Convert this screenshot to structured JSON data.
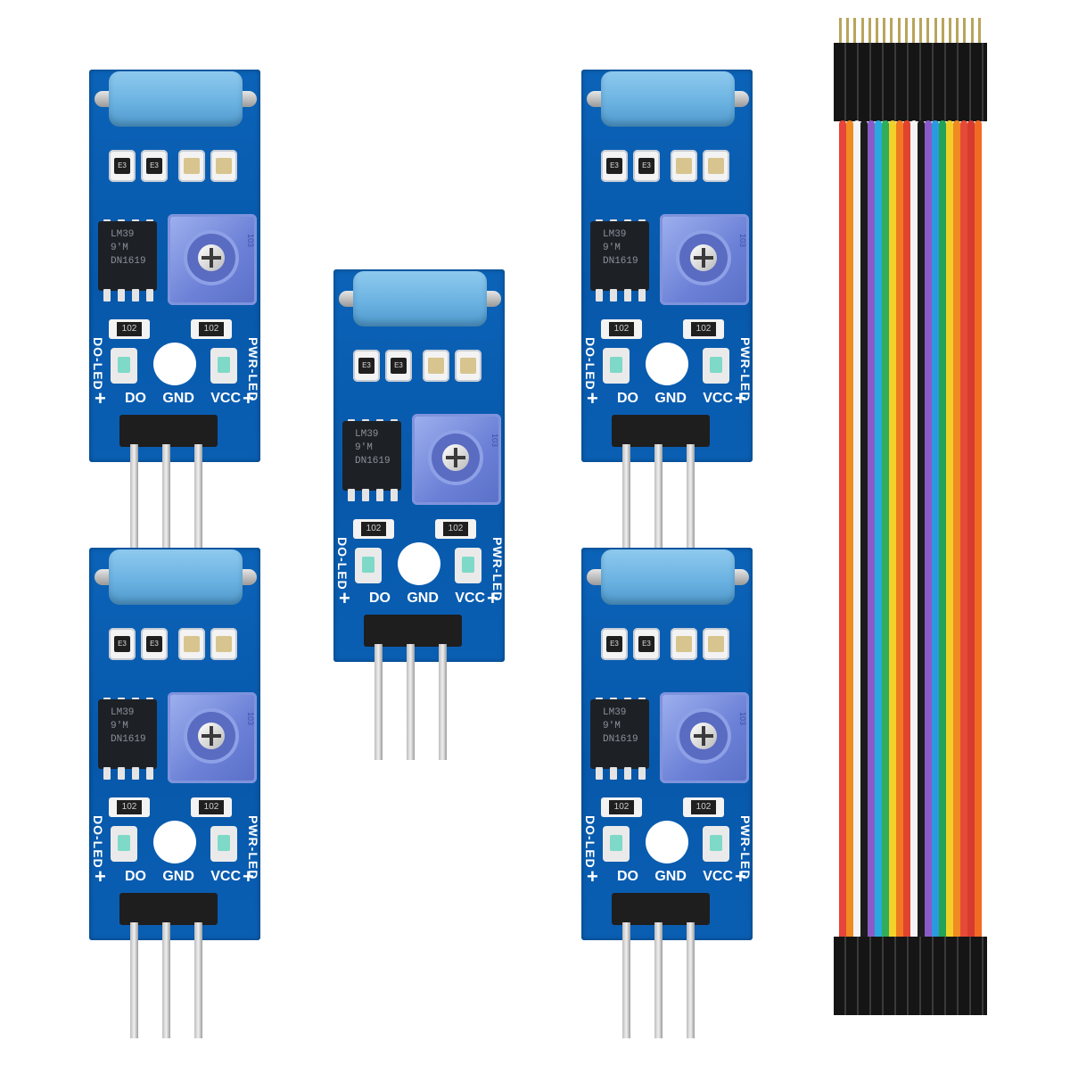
{
  "modules": [
    {
      "chip": [
        "LM39",
        "9'M",
        "DN1619"
      ],
      "res_left": "102",
      "res_right": "102",
      "smd_code": "E3",
      "pot_text": "103",
      "left_side": "DO-LED",
      "right_side": "PWR-LED",
      "pin_labels": [
        "DO",
        "GND",
        "VCC"
      ],
      "plus": "+"
    },
    {
      "chip": [
        "LM39",
        "9'M",
        "DN1619"
      ],
      "res_left": "102",
      "res_right": "102",
      "smd_code": "E3",
      "pot_text": "103",
      "left_side": "DO-LED",
      "right_side": "PWR-LED",
      "pin_labels": [
        "DO",
        "GND",
        "VCC"
      ],
      "plus": "+"
    },
    {
      "chip": [
        "LM39",
        "9'M",
        "DN1619"
      ],
      "res_left": "102",
      "res_right": "102",
      "smd_code": "E3",
      "pot_text": "103",
      "left_side": "DO-LED",
      "right_side": "PWR-LED",
      "pin_labels": [
        "DO",
        "GND",
        "VCC"
      ],
      "plus": "+"
    },
    {
      "chip": [
        "LM39",
        "9'M",
        "DN1619"
      ],
      "res_left": "102",
      "res_right": "102",
      "smd_code": "E3",
      "pot_text": "103",
      "left_side": "DO-LED",
      "right_side": "PWR-LED",
      "pin_labels": [
        "DO",
        "GND",
        "VCC"
      ],
      "plus": "+"
    },
    {
      "chip": [
        "LM39",
        "9'M",
        "DN1619"
      ],
      "res_left": "102",
      "res_right": "102",
      "smd_code": "E3",
      "pot_text": "103",
      "left_side": "DO-LED",
      "right_side": "PWR-LED",
      "pin_labels": [
        "DO",
        "GND",
        "VCC"
      ],
      "plus": "+"
    }
  ],
  "cable": {
    "wire_colors": [
      "#e8443a",
      "#f08a22",
      "#f4f4f4",
      "#1c1c1c",
      "#8a5bc8",
      "#29a8e0",
      "#2fae5a",
      "#f2d22a",
      "#ef7a20",
      "#e2432e",
      "#f4f4f4",
      "#1c1c1c",
      "#8a5bc8",
      "#2a9ae0",
      "#22a355",
      "#f1cf29",
      "#f08a22",
      "#e44b37",
      "#d83a2e",
      "#f26b25"
    ]
  }
}
